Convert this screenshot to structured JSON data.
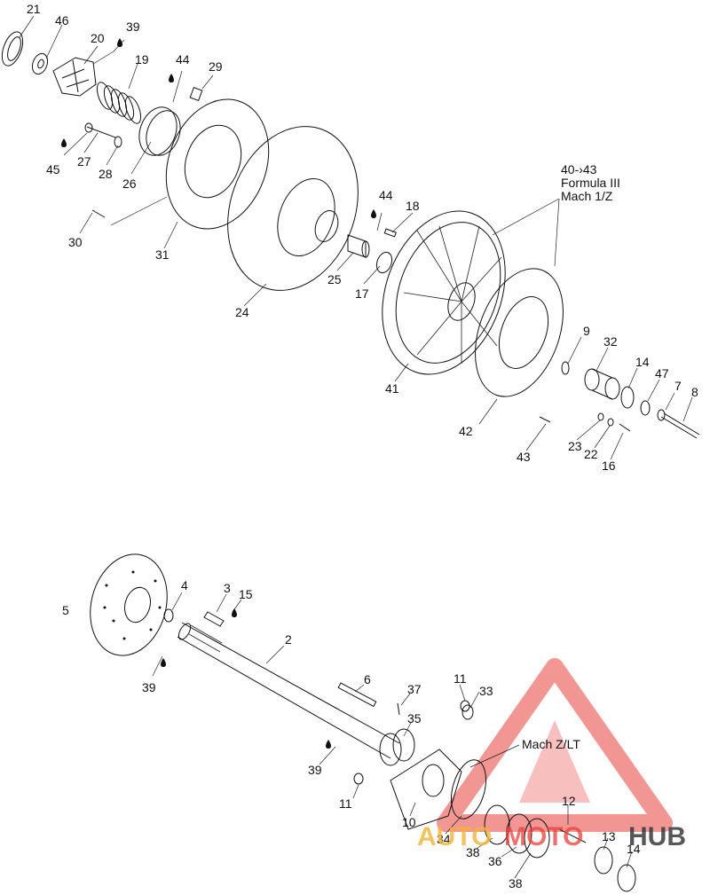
{
  "labels": {
    "l21": "21",
    "l46": "46",
    "l20": "20",
    "l39a": "39",
    "l19": "19",
    "l44a": "44",
    "l29": "29",
    "l45": "45",
    "l27": "27",
    "l28": "28",
    "l26": "26",
    "l30": "30",
    "l31": "31",
    "l24": "24",
    "l44b": "44",
    "l18": "18",
    "l25": "25",
    "l17": "17",
    "l41": "41",
    "l9": "9",
    "l32": "32",
    "l14a": "14",
    "l47": "47",
    "l7": "7",
    "l8": "8",
    "l42": "42",
    "l43": "43",
    "l23": "23",
    "l22": "22",
    "l16": "16",
    "l5": "5",
    "l4": "4",
    "l3": "3",
    "l15": "15",
    "l2": "2",
    "l39b": "39",
    "l6": "6",
    "l11a": "11",
    "l33": "33",
    "l37": "37",
    "l35": "35",
    "l39c": "39",
    "l11b": "11",
    "l10": "10",
    "l34": "34",
    "l38a": "38",
    "l36": "36",
    "l38b": "38",
    "l12": "12",
    "l13": "13",
    "l14b": "14"
  },
  "notes": {
    "range": "40-›43",
    "model_a": "Formula III",
    "model_b": "Mach 1/Z",
    "model_c": "Mach Z/LT"
  },
  "watermark": {
    "text_a": "AUTO",
    "text_b": "MOTO",
    "text_c": "HUB",
    "color_main": "#e8413c",
    "color_gold": "#f2b53a",
    "color_dark": "#3a3a3a"
  }
}
